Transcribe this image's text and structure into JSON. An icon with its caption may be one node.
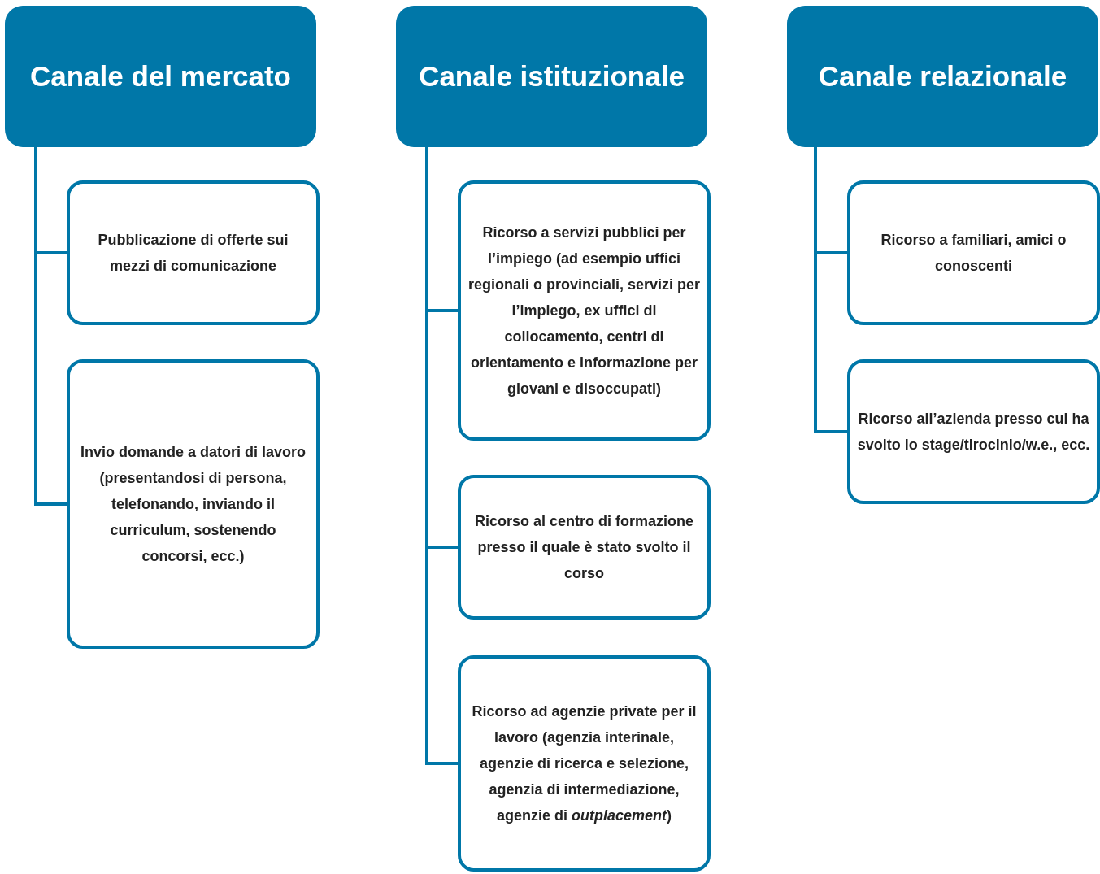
{
  "diagram": {
    "nodes": [
      {
        "text": [
          "Canale del mercato"
        ]
      },
      {
        "text": [
          "Canale istituzionale"
        ]
      },
      {
        "text": [
          "Canale relazionale"
        ]
      },
      {
        "text": [
          "Pubblicazione di offerte sui mezzi di comunicazione"
        ]
      },
      {
        "text": [
          "Invio domande a datori di lavoro (presentandosi di persona, telefonando, inviando il curriculum, sostenendo concorsi, ecc.)"
        ]
      },
      {
        "text": [
          "Ricorso a servizi pubblici per l’impiego (ad esempio uffici regionali o provinciali, servizi per l’impiego, ex uffici di collocamento, centri di orientamento e informazione per giovani e disoccupati)"
        ]
      },
      {
        "text": [
          "Ricorso al centro di formazione presso il quale è stato svolto il corso"
        ]
      },
      {
        "text": [
          "Ricorso ad agenzie private per il lavoro (agenzia interinale, agenzie di ricerca e selezione, agenzia di intermediazione, agenzie di *outplacement*)"
        ]
      },
      {
        "text": [
          "Ricorso a familiari, amici o conoscenti"
        ]
      },
      {
        "text": [
          "Ricorso all’azienda presso cui ha svolto lo stage/tirocinio/w.e., ecc."
        ]
      }
    ],
    "edges": [
      {
        "from": 0,
        "to": 3,
        "arrow": "none"
      },
      {
        "from": 0,
        "to": 4,
        "arrow": "none"
      },
      {
        "from": 1,
        "to": 5,
        "arrow": "none"
      },
      {
        "from": 1,
        "to": 6,
        "arrow": "none"
      },
      {
        "from": 1,
        "to": 7,
        "arrow": "none"
      },
      {
        "from": 2,
        "to": 8,
        "arrow": "none"
      },
      {
        "from": 2,
        "to": 9,
        "arrow": "none"
      }
    ]
  }
}
